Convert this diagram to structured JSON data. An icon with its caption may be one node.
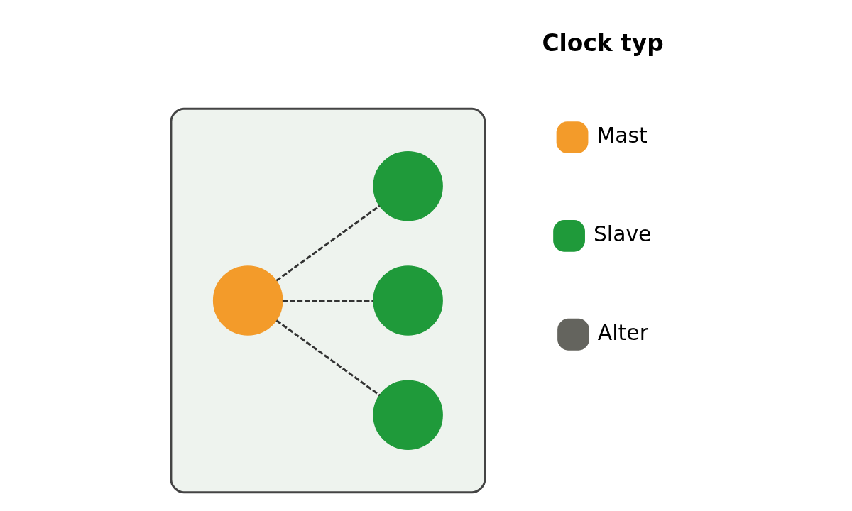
{
  "diagram": {
    "nodes": [
      {
        "text": [],
        "shape": "ellipse"
      },
      {
        "text": [],
        "shape": "circle",
        "in": 0
      },
      {
        "text": [],
        "shape": "circle",
        "in": 0
      },
      {
        "text": [],
        "shape": "circle",
        "in": 0
      },
      {
        "text": [],
        "shape": "circle",
        "in": 0
      }
    ],
    "edges": [
      {
        "from": 2,
        "to": 1,
        "arrow": "none",
        "style": "dashed"
      },
      {
        "from": 2,
        "to": 3,
        "arrow": "none",
        "style": "dashed"
      },
      {
        "from": 2,
        "to": 4,
        "arrow": "none",
        "style": "dashed"
      }
    ],
    "labels": [
      "Clock typ"
    ],
    "legend": [
      {
        "text": "Mast",
        "color": "#f39b2a"
      },
      {
        "text": "Slave",
        "color": "#1f9a3a"
      },
      {
        "text": "Alter",
        "color": "#64645e"
      }
    ]
  }
}
